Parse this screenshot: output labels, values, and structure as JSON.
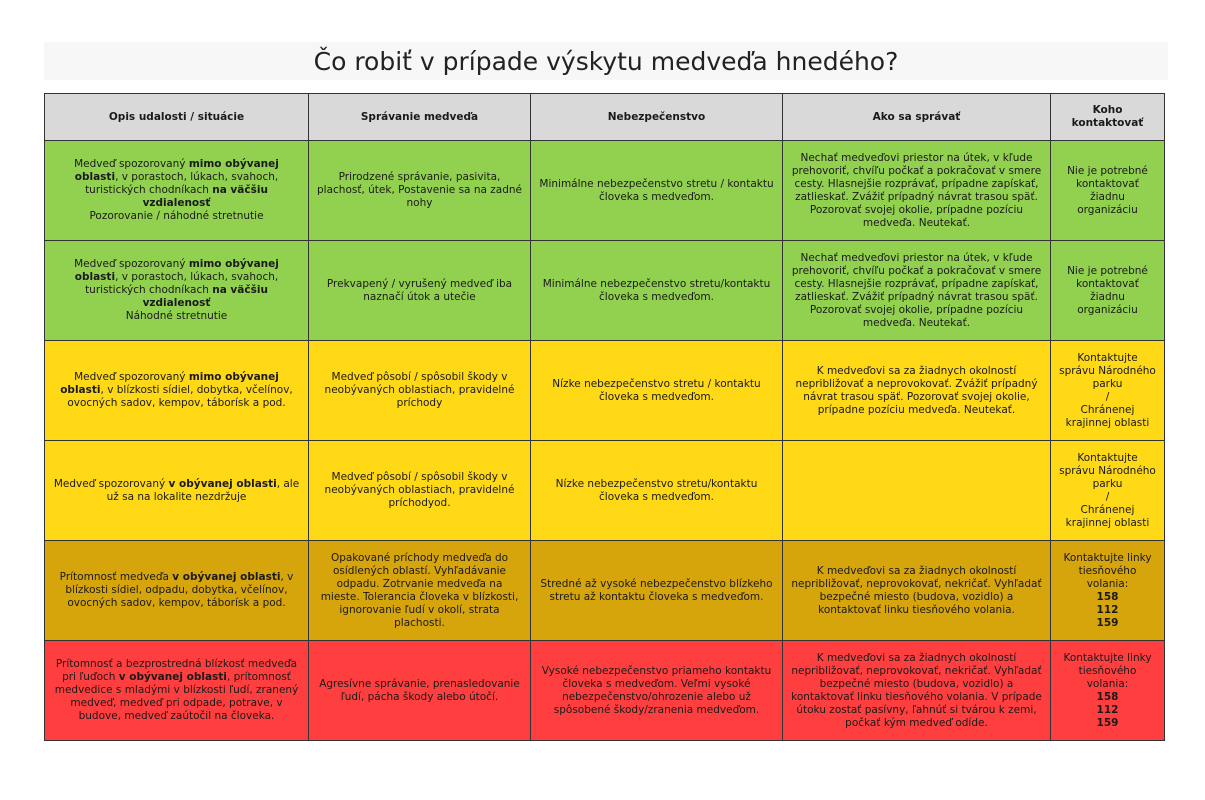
{
  "title": "Čo robiť v prípade výskytu medveďa hnedého?",
  "headers": [
    "Opis udalosti / situácie",
    "Správanie medveďa",
    "Nebezpečenstvo",
    "Ako sa správať",
    "Koho kontaktovať"
  ],
  "colors": {
    "green": "#92d050",
    "yellow": "#ffd816",
    "amber": "#d6a40b",
    "red": "#ff3f3f",
    "header": "#d9d9d9"
  },
  "rows": [
    {
      "situation": [
        "Medveď spozorovaný ",
        "mimo obývanej oblasti",
        ", v porastoch, lúkach, svahoch, turistických chodníkach ",
        "na väčšiu vzdialenosť",
        " Pozorovanie / náhodné stretnutie"
      ],
      "behavior": "Prirodzené správanie, pasivita, plachosť, útek, Postavenie sa na zadné nohy",
      "danger": "Minimálne nebezpečenstvo stretu / kontaktu človeka s medveďom.",
      "advice": "Nechať medveďovi priestor na útek, v kľude prehovoriť, chvíľu počkať a pokračovať v smere cesty. Hlasnejšie rozprávať, prípadne zapískať, zatlieskať. Zvážiť prípadný návrat trasou späť. Pozorovať svojej okolie, prípadne pozíciu medveďa. Neutekať.",
      "contact": [
        "Nie je potrebné kontaktovať žiadnu organizáciu"
      ]
    },
    {
      "situation": [
        "Medveď spozorovaný ",
        "mimo obývanej oblasti",
        ", v porastoch, lúkach, svahoch, turistických chodníkach ",
        "na väčšiu vzdialenosť",
        " Náhodné stretnutie"
      ],
      "behavior": "Prekvapený / vyrušený medveď iba naznačí útok a utečie",
      "danger": "Minimálne nebezpečenstvo stretu/kontaktu človeka s medveďom.",
      "advice": "Nechať medveďovi priestor na útek, v kľude prehovoriť, chvíľu počkať a pokračovať v smere cesty. Hlasnejšie rozprávať, prípadne zapískať, zatlieskať. Zvážiť prípadný návrat trasou späť. Pozorovať svojej okolie, prípadne pozíciu medveďa. Neutekať.",
      "contact": [
        "Nie je potrebné kontaktovať žiadnu organizáciu"
      ]
    },
    {
      "situation": [
        "Medveď spozorovaný ",
        "mimo obývanej oblasti",
        ", v blízkosti sídiel, dobytka, včelínov, ovocných sadov, kempov, táborísk a pod.",
        "",
        ""
      ],
      "behavior": "Medveď pôsobí / spôsobil škody v neobývaných oblastiach, pravidelné príchody",
      "danger": "Nízke nebezpečenstvo stretu / kontaktu človeka s medveďom.",
      "advice": "K medveďovi sa za žiadnych okolností nepribližovať a neprovokovať. Zvážiť prípadný návrat trasou späť. Pozorovať svojej okolie, prípadne pozíciu medveďa. Neutekať.",
      "contact": [
        "Kontaktujte správu Národného parku",
        "/",
        "Chránenej krajinnej oblasti"
      ]
    },
    {
      "situation": [
        "Medveď spozorovaný ",
        "v obývanej oblasti",
        ", ale už sa na lokalite nezdržuje",
        "",
        ""
      ],
      "behavior": "Medveď pôsobí / spôsobil škody v neobývaných oblastiach, pravidelné príchodyod.",
      "danger": "Nízke nebezpečenstvo stretu/kontaktu človeka s medveďom.",
      "advice": "",
      "contact": [
        "Kontaktujte správu Národného parku",
        "/",
        "Chránenej krajinnej oblasti"
      ]
    },
    {
      "situation": [
        "Prítomnosť medveďa ",
        "v obývanej oblasti",
        ", v blízkosti sídiel, odpadu, dobytka, včelínov, ovocných sadov, kempov, táborísk a pod.",
        "",
        ""
      ],
      "behavior": "Opakované príchody medveďa do osídlených oblastí. Vyhľadávanie odpadu. Zotrvanie medveďa na mieste. Tolerancia človeka v blízkosti, ignorovanie ľudí v okolí, strata plachosti.",
      "danger": "Stredné až vysoké nebezpečenstvo blízkeho stretu až kontaktu človeka s medveďom.",
      "advice": "K medveďovi sa za žiadnych okolností nepribližovať, neprovokovať, nekričať. Vyhľadať bezpečné miesto (budova, vozidlo) a kontaktovať linku tiesňového volania.",
      "contact": [
        "Kontaktujte linky tiesňového volania:"
      ],
      "numbers": [
        "158",
        "112",
        "159"
      ]
    },
    {
      "situation": [
        "Prítomnosť a bezprostredná blízkosť medveďa pri ľuďoch ",
        "v obývanej oblasti",
        ", prítomnosť medvedice s mladými v blízkosti ľudí, zranený medveď, medveď pri odpade, potrave, v budove, medveď zaútočil na človeka.",
        "",
        ""
      ],
      "behavior": "Agresívne správanie, prenasledovanie ľudí, pácha škody alebo útočí.",
      "danger": "Vysoké nebezpečenstvo priameho kontaktu človeka s medveďom. Veľmi vysoké nebezpečenstvo/ohrozenie alebo už spôsobené škody/zranenia medveďom.",
      "advice": "K medveďovi sa za žiadnych okolností nepribližovať, neprovokovať, nekričať. Vyhľadať bezpečné miesto (budova, vozidlo) a kontaktovať linku tiesňového volania. V prípade útoku zostať pasívny, ľahnúť si tvárou k zemi, počkať kým medveď odíde.",
      "contact": [
        "Kontaktujte linky tiesňového volania:"
      ],
      "numbers": [
        "158",
        "112",
        "159"
      ]
    }
  ]
}
